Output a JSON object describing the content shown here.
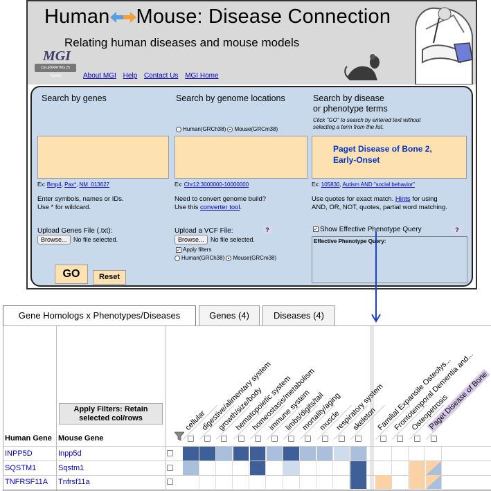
{
  "header": {
    "title_left": "Human",
    "title_right": "Mouse: Disease Connection",
    "subtitle": "Relating human diseases and mouse models",
    "logo_text": "MGI",
    "logo_band": "CELEBRATING 25 YEARS",
    "nav": [
      "About MGI",
      "Help",
      "Contact Us",
      "MGI Home"
    ]
  },
  "search": {
    "genes": {
      "heading": "Search by genes",
      "examples_prefix": "Ex: ",
      "examples": [
        "Bmp4",
        "Pax*",
        "NM_013627"
      ],
      "note_line1": "Enter symbols, names or IDs.",
      "note_line2": "Use * for wildcard.",
      "upload_label": "Upload Genes File (.txt):",
      "browse": "Browse...",
      "file_status": "No file selected."
    },
    "genome": {
      "heading": "Search by genome locations",
      "radio_human": "Human(GRCh38)",
      "radio_mouse": "Mouse(GRCm38)",
      "examples_prefix": "Ex: ",
      "example": "Chr12:3000000-10000000",
      "note_line1": "Need to convert genome build?",
      "note_line2_prefix": "Use this ",
      "note_line2_link": "converter tool",
      "note_line2_suffix": ".",
      "upload_label": "Upload a VCF File:",
      "browse": "Browse...",
      "file_status": "No file selected.",
      "apply_filters": "Apply filters",
      "radio2_human": "Human(GRCh38)",
      "radio2_mouse": "Mouse(GRCm38)"
    },
    "disease": {
      "heading_line1": "Search by disease",
      "heading_line2": "or phenotype terms",
      "hint_line1": "Click \"GO\" to search by entered text without",
      "hint_line2": "selecting a term from the list.",
      "query_value": "Paget Disease of Bone 2, Early-Onset",
      "examples_prefix": "Ex: ",
      "example1": "105830",
      "example_sep": ", ",
      "example2": "Autism AND \"social behavior\"",
      "note_line1_prefix": "Use quotes for exact match. ",
      "note_line1_link": "Hints",
      "note_line1_suffix": " for using",
      "note_line2": "AND, OR, NOT, quotes, partial word matching.",
      "show_effective": "Show Effective Phenotype Query",
      "effective_label": "Effective Phenotype Query:"
    },
    "help_glyph": "?",
    "go": "GO",
    "reset": "Reset"
  },
  "tabs": [
    "Gene Homologs x Phenotypes/Diseases",
    "Genes (4)",
    "Diseases (4)"
  ],
  "grid": {
    "apply_filters": "Apply Filters: Retain selected col/rows",
    "human_gene_header": "Human Gene",
    "mouse_gene_header": "Mouse Gene",
    "columns": [
      "cellular",
      "digestive/alimentary system",
      "growth/size/body",
      "hematopoietic system",
      "homeostasis/metabolism",
      "immune system",
      "limbs/digits/tail",
      "mortality/aging",
      "muscle",
      "respiratory system",
      "skeleton",
      "Familial Expansile Osteolys...",
      "Frontotemporal Dementia and...",
      "Osteopetrosis",
      "Paget Disease of Bone"
    ],
    "rows": [
      {
        "human": "INPP5D",
        "mouse": "Inpp5d",
        "cells": [
          "dark",
          "dark",
          "light",
          "dark",
          "dark",
          "light",
          "dark",
          "light",
          "light",
          "lighter",
          "light",
          "",
          "",
          "",
          ""
        ]
      },
      {
        "human": "SQSTM1",
        "mouse": "Sqstm1",
        "cells": [
          "light",
          "",
          "",
          "",
          "dark",
          "",
          "lighter",
          "",
          "",
          "",
          "dark",
          "",
          "",
          "peach",
          "split"
        ]
      },
      {
        "human": "TNFRSF11A",
        "mouse": "Tnfrsf11a",
        "cells": [
          "",
          "",
          "",
          "",
          "",
          "",
          "",
          "",
          "",
          "",
          "dark",
          "peach",
          "",
          "peach",
          "split"
        ]
      }
    ],
    "colors": {
      "dark": "#3f5f99",
      "light": "#a9bfdc",
      "lighter": "#cfdcee",
      "peach": "#fcd1a6"
    }
  }
}
